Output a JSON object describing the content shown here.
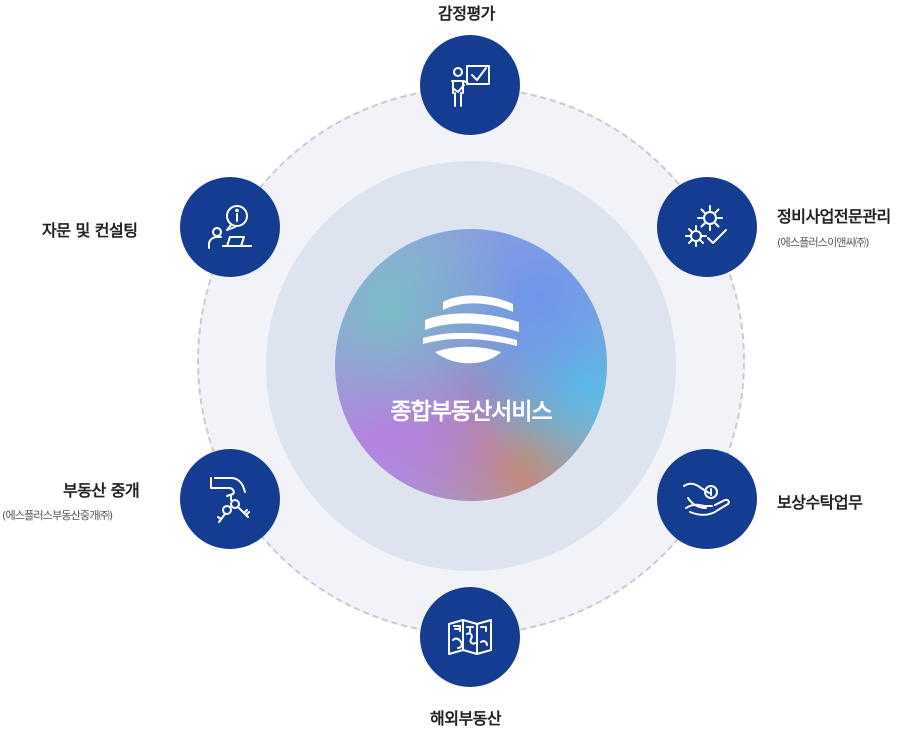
{
  "center": {
    "title": "종합부동산서비스",
    "logo_icon": "wave-globe-logo"
  },
  "services": [
    {
      "id": "appraisal",
      "label": "감정평가",
      "icon": "presenter-check-icon"
    },
    {
      "id": "maintenance",
      "label": "정비사업전문관리",
      "sub": "(에스플러스이앤씨㈜)",
      "icon": "gears-check-icon"
    },
    {
      "id": "compensation",
      "label": "보상수탁업무",
      "icon": "hand-coin-icon"
    },
    {
      "id": "overseas",
      "label": "해외부동산",
      "icon": "world-map-icon"
    },
    {
      "id": "brokerage",
      "label": "부동산 중개",
      "sub": "(에스플러스부동산중개㈜)",
      "icon": "hand-keys-icon"
    },
    {
      "id": "consulting",
      "label": "자문 및 컨설팅",
      "icon": "consultant-info-icon"
    }
  ],
  "colors": {
    "node": "#143d91",
    "outer_ring": "#f1f3f8",
    "inner_ring": "#dde3ef",
    "dashed": "#c9cbd1"
  }
}
